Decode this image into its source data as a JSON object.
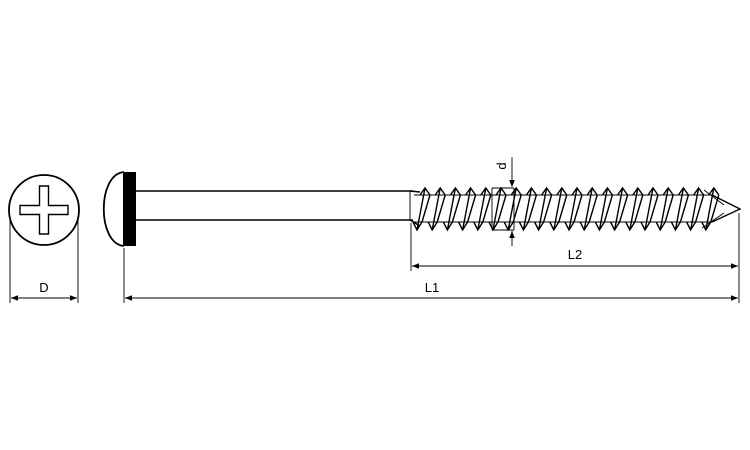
{
  "labels": {
    "head_diameter": "D",
    "thread_diameter": "d",
    "thread_length": "L2",
    "total_length": "L1"
  }
}
